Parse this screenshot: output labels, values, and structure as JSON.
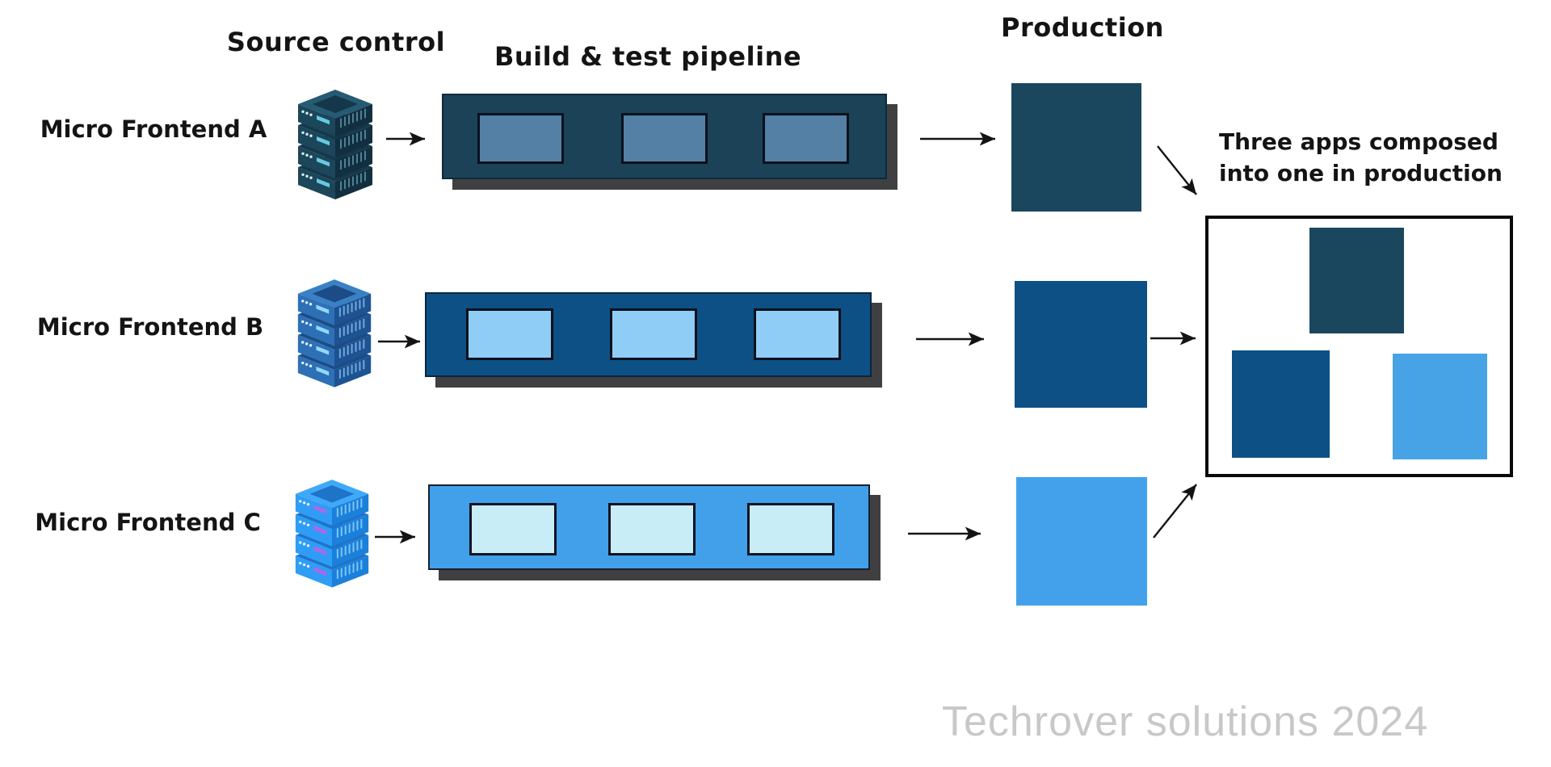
{
  "theme": {
    "ink": "#141414",
    "watermark": "#C8C8C8",
    "canvas": "#FFFFFF"
  },
  "headers": {
    "source_control": "Source control",
    "pipeline": "Build & test pipeline",
    "production": "Production"
  },
  "annotation": {
    "line1": "Three apps composed",
    "line2": "into one in production"
  },
  "watermark": "Techrover solutions 2024",
  "icons": {
    "server_stack": "isometric-server-stack-icon",
    "arrow": "right-arrow-connector"
  },
  "rows": [
    {
      "label": "Micro Frontend A",
      "icon": "server-stack-icon",
      "colors": {
        "bar": "#1C4258",
        "bar-border": "#0E2A3A",
        "box": "#5480A6",
        "box-border": "#0A111C",
        "production": "#1A475E",
        "shadow": "#404042",
        "srv-left": "#1C4659",
        "srv-right": "#122F3F",
        "srv-top": "#265B73",
        "srv-inset": "#15374A",
        "srv-slot": "#66C9E4",
        "srv-dot": "#D9EFF6",
        "srv-vent": "#4F8096"
      }
    },
    {
      "label": "Micro Frontend B",
      "icon": "server-stack-icon",
      "colors": {
        "bar": "#0D5085",
        "bar-border": "#07263F",
        "box": "#8FCDF6",
        "box-border": "#0A111C",
        "production": "#0D5085",
        "shadow": "#404042",
        "srv-left": "#2E70B6",
        "srv-right": "#1D5392",
        "srv-top": "#3A80C4",
        "srv-inset": "#1C4C85",
        "srv-slot": "#92D8F9",
        "srv-dot": "#E8F5FE",
        "srv-vent": "#71A9DE"
      }
    },
    {
      "label": "Micro Frontend C",
      "icon": "server-stack-icon",
      "colors": {
        "bar": "#42A0EA",
        "bar-border": "#15202E",
        "box": "#C9EDF6",
        "box-border": "#0D1420",
        "production": "#42A1EA",
        "shadow": "#404042",
        "srv-left": "#2F9DF6",
        "srv-right": "#1B80DA",
        "srv-top": "#3FA9F7",
        "srv-inset": "#1E74C8",
        "srv-slot": "#AF66EA",
        "srv-dot": "#E8F6FF",
        "srv-vent": "#7CC6F9"
      }
    }
  ],
  "composed": {
    "label": "composed-production-app",
    "colors": {
      "frame": "#0A0A0A",
      "bg": "#FFFFFF",
      "app-a": "#1A475E",
      "app-b": "#0D5085",
      "app-c": "#47A3E6"
    }
  }
}
